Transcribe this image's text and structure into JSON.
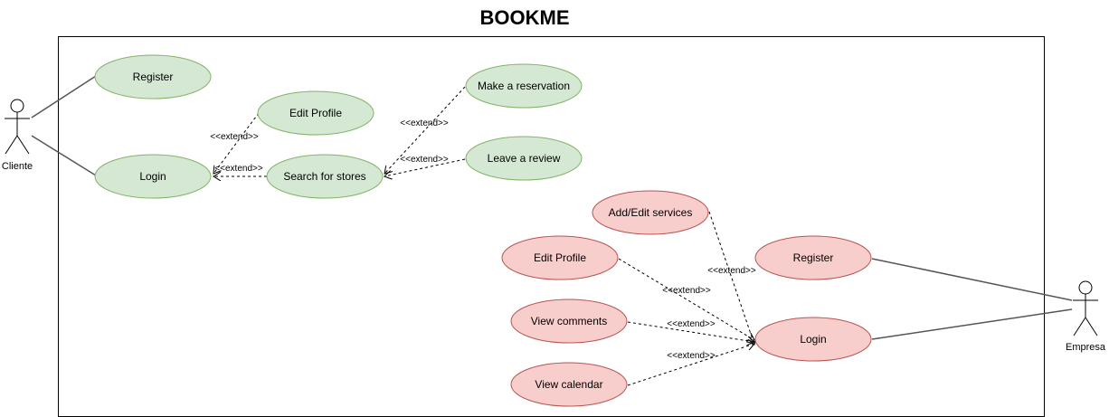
{
  "title": "BOOKME",
  "actors": {
    "cliente": {
      "name": "Cliente"
    },
    "empresa": {
      "name": "Empresa"
    }
  },
  "colors": {
    "cliente_fill": "#d5e8d4",
    "cliente_stroke": "#82b366",
    "empresa_fill": "#f8cecc",
    "empresa_stroke": "#b85450",
    "line": "#555555"
  },
  "use_cases": {
    "c_register": "Register",
    "c_login": "Login",
    "c_edit_profile": "Edit Profile",
    "c_search": "Search for stores",
    "c_reservation": "Make a reservation",
    "c_review": "Leave a review",
    "e_add_services": "Add/Edit services",
    "e_edit_profile": "Edit Profile",
    "e_view_comments": "View comments",
    "e_view_calendar": "View calendar",
    "e_register": "Register",
    "e_login": "Login"
  },
  "relations": {
    "extend": "<<extend>>"
  }
}
